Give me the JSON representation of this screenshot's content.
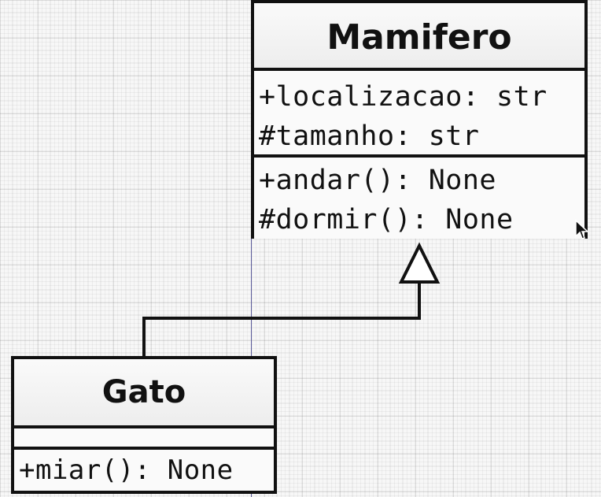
{
  "diagram": {
    "classes": [
      {
        "name": "Mamifero",
        "attributes": [
          "+localizacao: str",
          "#tamanho: str"
        ],
        "operations": [
          "+andar(): None",
          "#dormir(): None"
        ]
      },
      {
        "name": "Gato",
        "attributes": [],
        "operations": [
          "+miar(): None"
        ]
      }
    ],
    "relationships": [
      {
        "type": "generalization",
        "from": "Gato",
        "to": "Mamifero"
      }
    ]
  }
}
